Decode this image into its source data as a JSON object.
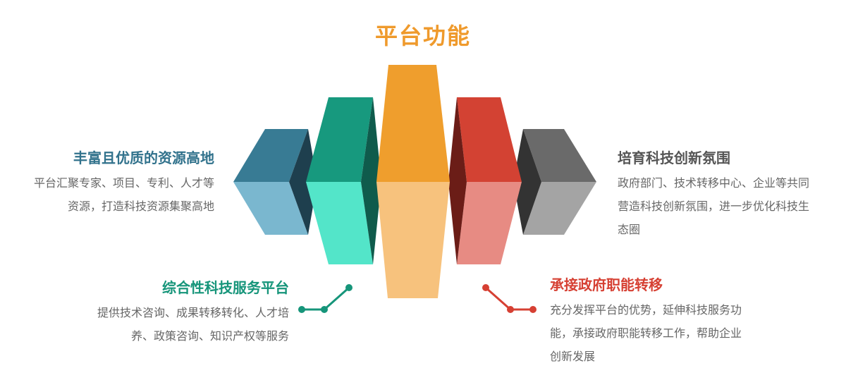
{
  "title": "平台功能",
  "features": [
    {
      "id": "rich",
      "title": "丰富且优质的资源高地",
      "lines": [
        "平台汇聚专家、项目、专利、人才等",
        "资源，打造科技资源集聚高地"
      ],
      "color": "#31728c"
    },
    {
      "id": "innovation",
      "title": "培育科技创新氛围",
      "lines": [
        "政府部门、技术转移中心、企业等共同",
        "营造科技创新氛围，进一步优化科技生",
        "态圈"
      ],
      "color": "#555555"
    },
    {
      "id": "service",
      "title": "综合性科技服务平台",
      "lines": [
        "提供技术咨询、成果转移转化、人才培",
        "养、政策咨询、知识产权等服务"
      ],
      "color": "#16957a"
    },
    {
      "id": "government",
      "title": "承接政府职能转移",
      "lines": [
        "充分发挥平台的优势，延伸科技服务功",
        "能，承接政府职能转移工作，帮助企业",
        "创新发展"
      ],
      "color": "#d64033"
    }
  ],
  "colors": {
    "blue_top": "#387b94",
    "blue_bottom": "#7ab7cf",
    "blue_side": "#1e3f4e",
    "green_top": "#17997e",
    "green_bottom": "#53e5c9",
    "green_side": "#0f5b4c",
    "orange_top": "#ef9e2d",
    "orange_bottom": "#f7c27d",
    "red_top": "#d34233",
    "red_bottom": "#e78b83",
    "red_side": "#6b1d17",
    "gray_top": "#6a6a6a",
    "gray_bottom": "#a4a4a4",
    "gray_side": "#333333"
  }
}
